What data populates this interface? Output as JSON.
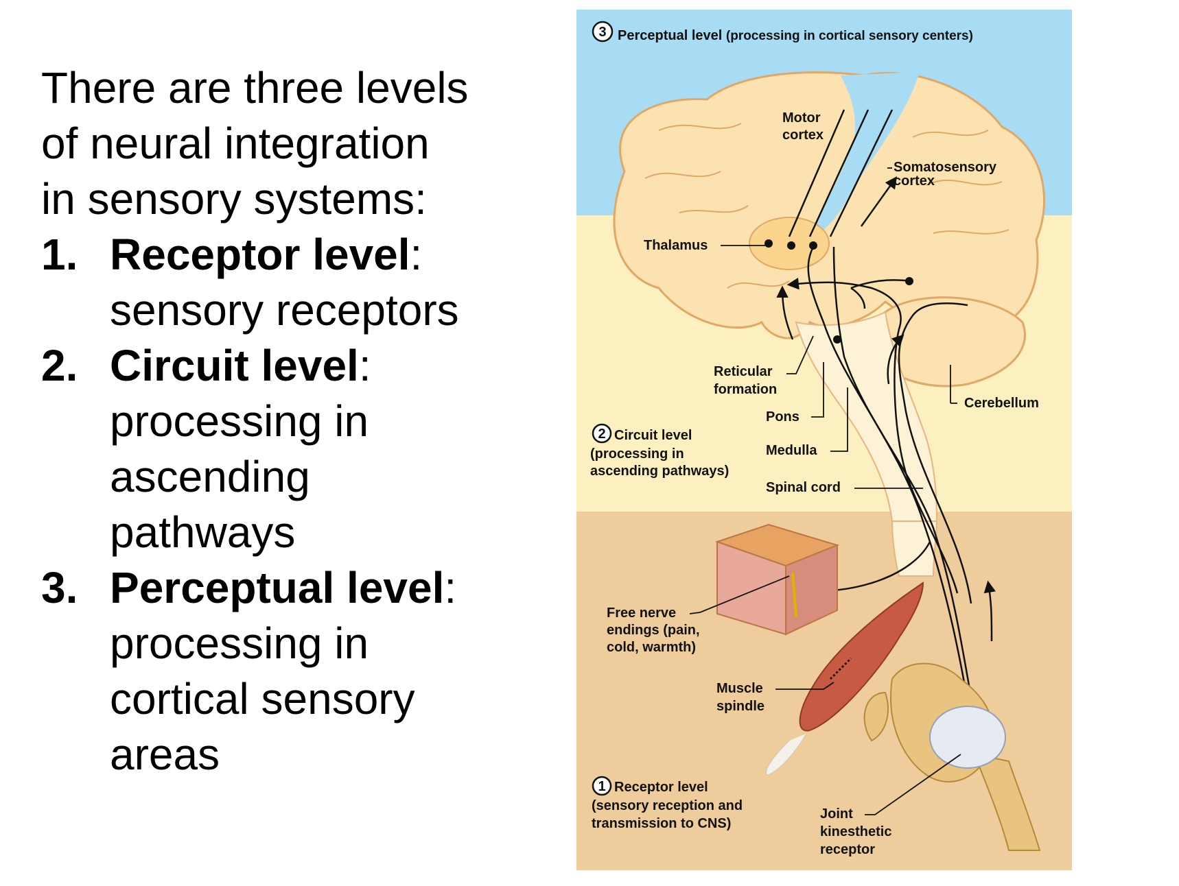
{
  "intro": {
    "line1": "There are three levels",
    "line2": "of neural integration",
    "line3": "in sensory systems:"
  },
  "levels": [
    {
      "number": "1.",
      "name": "Receptor level",
      "colon": ":",
      "desc": [
        "sensory receptors"
      ]
    },
    {
      "number": "2.",
      "name": "Circuit level",
      "colon": ":",
      "desc": [
        "processing in",
        "ascending",
        "pathways"
      ]
    },
    {
      "number": "3.",
      "name": "Perceptual level",
      "colon": ":",
      "desc": [
        "processing in",
        "cortical sensory",
        "areas"
      ]
    }
  ],
  "diagram": {
    "perceptual": {
      "num": "3",
      "title": "Perceptual level",
      "sub": "(processing in cortical sensory centers)"
    },
    "circuit": {
      "num": "2",
      "title": "Circuit level",
      "sub1": "(processing in",
      "sub2": "ascending pathways)"
    },
    "receptor": {
      "num": "1",
      "title": "Receptor level",
      "sub1": "(sensory reception and",
      "sub2": "transmission to CNS)"
    },
    "labels": {
      "motor_cortex": [
        "Motor",
        "cortex"
      ],
      "somatosensory_cortex": [
        "Somatosensory",
        "cortex"
      ],
      "thalamus": "Thalamus",
      "reticular_formation": [
        "Reticular",
        "formation"
      ],
      "pons": "Pons",
      "medulla": "Medulla",
      "spinal_cord": "Spinal cord",
      "cerebellum": "Cerebellum",
      "free_nerve_endings": [
        "Free nerve",
        "endings (pain,",
        "cold, warmth)"
      ],
      "muscle_spindle": [
        "Muscle",
        "spindle"
      ],
      "joint_receptor": [
        "Joint",
        "kinesthetic",
        "receptor"
      ]
    },
    "colors": {
      "perceptual_band": "#a8dcf5",
      "circuit_band": "#fcefc0",
      "receptor_band": "#efcc9c",
      "brain": "#fbe2b0",
      "brain_outline": "#e0a766",
      "motor_band": "#a8dcf5",
      "muscle": "#c85a43",
      "bone": "#e8c480",
      "skin": "#e8a89a"
    }
  }
}
